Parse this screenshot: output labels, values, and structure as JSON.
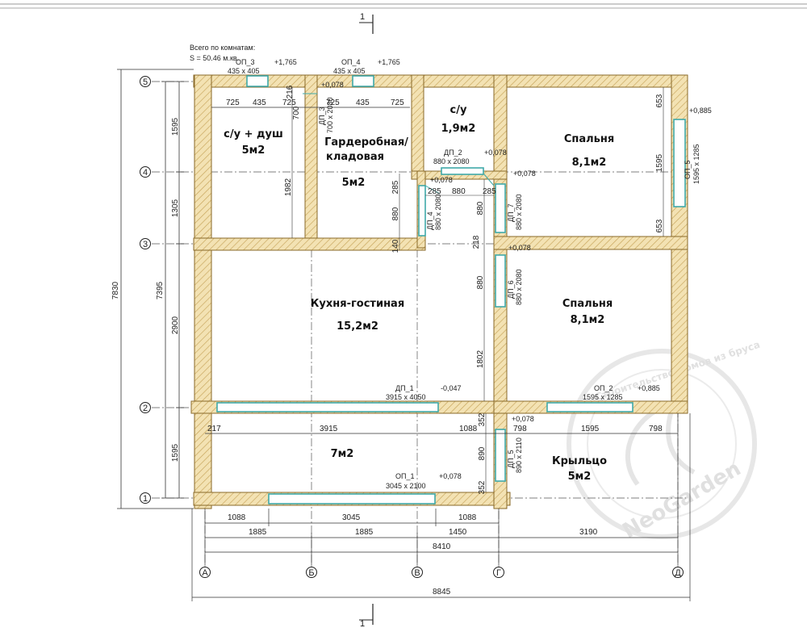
{
  "summary": {
    "line1": "Всего по комнатам:",
    "line2": "S = 50.46 м.кв."
  },
  "rooms": {
    "bath_shower": {
      "name": "с/у + душ",
      "area": "5м2"
    },
    "wardrobe": {
      "name1": "Гардеробная/",
      "name2": "кладовая",
      "area": "5м2"
    },
    "wc": {
      "name": "с/у",
      "area": "1,9м2"
    },
    "bedroom_top": {
      "name": "Спальня",
      "area": "8,1м2"
    },
    "kitchen": {
      "name": "Кухня-гостиная",
      "area": "15,2м2"
    },
    "bedroom_mid": {
      "name": "Спальня",
      "area": "8,1м2"
    },
    "terrace": {
      "area": "7м2"
    },
    "porch": {
      "name": "Крыльцо",
      "area": "5м2"
    }
  },
  "openings": {
    "op3": {
      "tag": "ОП_3",
      "size": "435 x 405",
      "mark": "+1,765"
    },
    "op4": {
      "tag": "ОП_4",
      "size": "435 x 405",
      "mark": "+1,765"
    },
    "dp3": {
      "tag": "ДП_3",
      "size": "700 x 2080",
      "mark": "+0,078"
    },
    "dp2": {
      "tag": "ДП_2",
      "size": "880 x 2080",
      "mark": "+0,078"
    },
    "dp4": {
      "tag": "ДП_4",
      "size": "880 x 2080",
      "mark": "+0,078"
    },
    "dp7": {
      "tag": "ДП_7",
      "size": "880 x 2080",
      "mark": "+0,078"
    },
    "dp6": {
      "tag": "ДП_6",
      "size": "880 x 2080",
      "mark": "+0,078"
    },
    "op5": {
      "tag": "ОП_5",
      "size": "1595 x 1285",
      "mark": "+0,885"
    },
    "dp1": {
      "tag": "ДП_1",
      "size": "3915 x 4050",
      "mark": "-0,047"
    },
    "op2": {
      "tag": "ОП_2",
      "size": "1595 x 1285",
      "mark": "+0,885"
    },
    "dp5": {
      "tag": "ДП_5",
      "size": "890 x 2110",
      "mark": "+0,078"
    },
    "op1": {
      "tag": "ОП_1",
      "size": "3045 x 2100",
      "mark": "+0,078"
    }
  },
  "axes": {
    "rows": [
      "5",
      "4",
      "3",
      "2",
      "1"
    ],
    "cols": [
      "А",
      "Б",
      "В",
      "Г",
      "Д"
    ]
  },
  "section": {
    "label": "1"
  },
  "dims": {
    "top_row": [
      "725",
      "435",
      "725",
      "725",
      "435",
      "725"
    ],
    "left_outer": "7830",
    "left_mid": "7395",
    "left_seg": [
      "1595",
      "1305",
      "2900",
      "1595"
    ],
    "inner_1982": "1982",
    "inner_880a": "880",
    "inner_285a": "285",
    "inner_140": "140",
    "inner_285b": "285",
    "inner_880b": "880",
    "inner_285c": "285",
    "inner_880c": "880",
    "inner_218": "218",
    "inner_1802": "1802",
    "inner_880d": "880",
    "inner_653a": "653",
    "inner_1595": "1595",
    "inner_653b": "653",
    "inner_700": "700",
    "inner_216": "216",
    "row2": [
      "217",
      "3915",
      "1088",
      "798",
      "1595",
      "798"
    ],
    "inner_890": "890",
    "inner_352": "352",
    "inner_352b": "352",
    "bottom1": [
      "1088",
      "3045",
      "1088"
    ],
    "bottom2": [
      "1885",
      "1885",
      "1450",
      "3190"
    ],
    "bottom3": "8410",
    "bottom4": "8845"
  },
  "watermark": {
    "brand": "NeoGarden",
    "arc": "Строительство домов из бруса"
  },
  "colors": {
    "wall": "#f2dfad",
    "wall_stroke": "#8a6a2a",
    "opening": "#3fa9a9",
    "line": "#222222"
  }
}
